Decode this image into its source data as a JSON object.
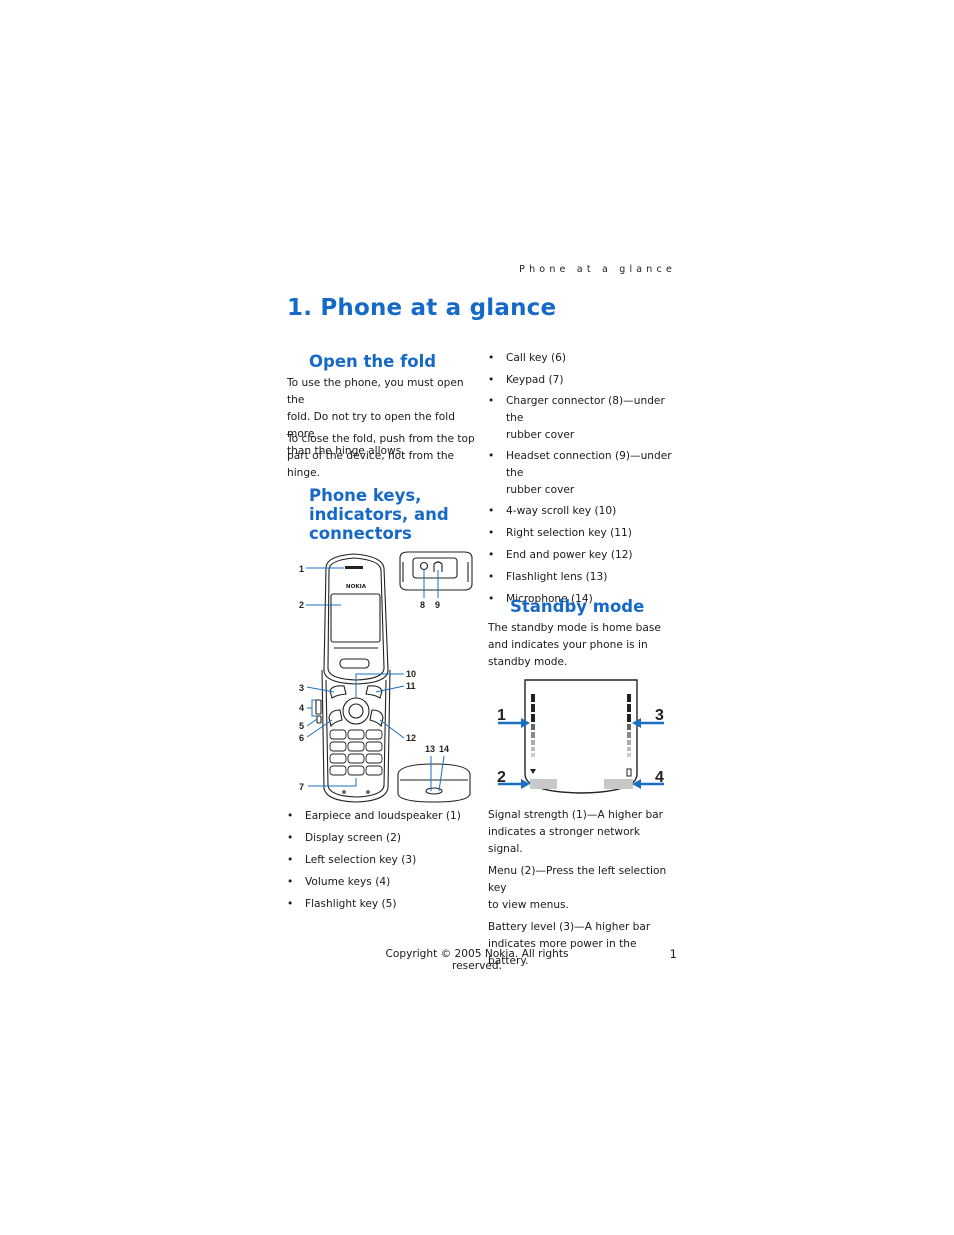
{
  "header": {
    "running_title": "Phone at a glance"
  },
  "chapter": {
    "title": "1.  Phone at a glance"
  },
  "open_fold": {
    "heading": "Open the fold",
    "lines_p1": [
      "To use the phone, you must open the",
      "fold. Do not try to open the fold more",
      "than the hinge allows."
    ],
    "lines_p2": [
      "To close the fold, push from the top",
      "part of the device, not from the hinge."
    ]
  },
  "phone_keys": {
    "heading_lines": [
      "Phone keys,",
      "indicators, and",
      "connectors"
    ],
    "callouts": [
      "1",
      "2",
      "3",
      "4",
      "5",
      "6",
      "7",
      "8",
      "9",
      "10",
      "11",
      "12",
      "13",
      "14"
    ],
    "brand": "NOKIA",
    "list_left": [
      "Earpiece and loudspeaker (1)",
      "Display screen (2)",
      "Left selection key (3)",
      "Volume keys (4)",
      "Flashlight key (5)"
    ],
    "list_right": [
      [
        "Call key (6)"
      ],
      [
        "Keypad (7)"
      ],
      [
        "Charger connector (8)—under the",
        "rubber cover"
      ],
      [
        "Headset connection (9)—under the",
        "rubber cover"
      ],
      [
        "4-way scroll key (10)"
      ],
      [
        "Right selection key (11)"
      ],
      [
        "End and power key (12)"
      ],
      [
        "Flashlight lens (13)"
      ],
      [
        "Microphone (14)"
      ]
    ]
  },
  "standby": {
    "heading": "Standby mode",
    "intro_lines": [
      "The standby mode is home base",
      "and indicates your phone is in",
      "standby mode."
    ],
    "callouts": [
      "1",
      "2",
      "3",
      "4"
    ],
    "notes": [
      [
        "Signal strength (1)—A higher bar",
        "indicates a stronger network signal."
      ],
      [
        "Menu (2)—Press the left selection key",
        "to view menus."
      ],
      [
        "Battery level (3)—A higher bar",
        "indicates more power in the battery."
      ]
    ]
  },
  "footer": {
    "copyright": "Copyright © 2005 Nokia. All rights reserved.",
    "page_number": "1"
  },
  "colors": {
    "accent": "#1769c7",
    "arrow": "#1a6fc0",
    "text": "#1a1a1a"
  }
}
